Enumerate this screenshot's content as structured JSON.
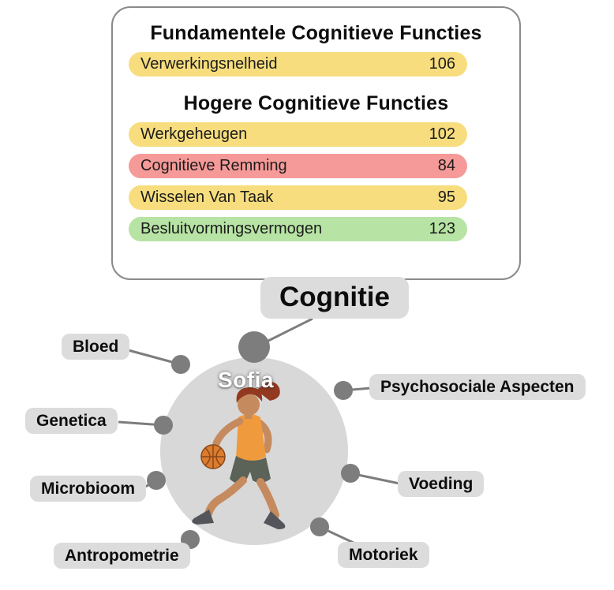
{
  "card": {
    "sections": [
      {
        "heading": "Fundamentele Cognitieve Functies",
        "rows": [
          {
            "label": "Verwerkingsnelheid",
            "value": "106",
            "color": "#F7DD7D"
          }
        ]
      },
      {
        "heading": "Hogere Cognitieve Functies",
        "rows": [
          {
            "label": "Werkgeheugen",
            "value": "102",
            "color": "#F7DD7D"
          },
          {
            "label": "Cognitieve Remming",
            "value": "84",
            "color": "#F59A98"
          },
          {
            "label": "Wisselen Van Taak",
            "value": "95",
            "color": "#F7DD7D"
          },
          {
            "label": "Besluitvormingsvermogen",
            "value": "123",
            "color": "#B7E3A4"
          }
        ]
      }
    ]
  },
  "diagram": {
    "center_label": "Sofia",
    "illustration": "basketball-player",
    "nodes": [
      {
        "label": "Cognitie",
        "active": true
      },
      {
        "label": "Bloed"
      },
      {
        "label": "Psychosociale Aspecten"
      },
      {
        "label": "Genetica"
      },
      {
        "label": "Voeding"
      },
      {
        "label": "Microbioom"
      },
      {
        "label": "Motoriek"
      },
      {
        "label": "Antropometrie"
      }
    ]
  },
  "colors": {
    "pill_yellow": "#F7DD7D",
    "pill_red": "#F59A98",
    "pill_green": "#B7E3A4",
    "label_bg": "#DCDCDC",
    "dot": "#7D7D7D",
    "line": "#7D7D7D",
    "circle_fill": "#D8D8D8"
  }
}
